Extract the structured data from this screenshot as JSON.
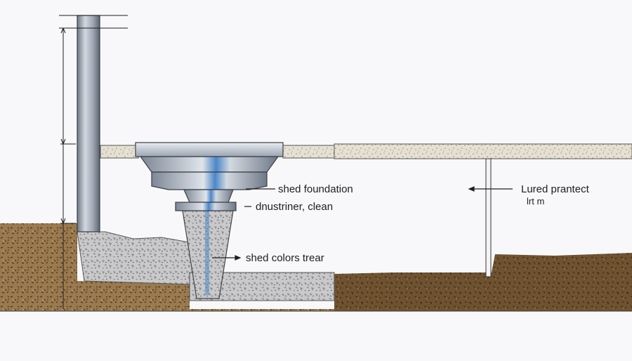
{
  "labels": {
    "shed_foundation": "shed foundation",
    "dnustriner_clean": "dnustriner, clean",
    "shed_colors_trear": "shed colors trear",
    "lured_prantect": "Lured prantect",
    "lrt_m": "lrt  m"
  },
  "colors": {
    "background": "#f8f8fa",
    "soil_light": "#9a7a4e",
    "soil_dark": "#6f5330",
    "gravel": "#c7c7c9",
    "slab": "#e3ddd0",
    "steel": "#a9b4c2",
    "steel_highlight": "#4a86c8",
    "line": "#1e1e1e"
  }
}
